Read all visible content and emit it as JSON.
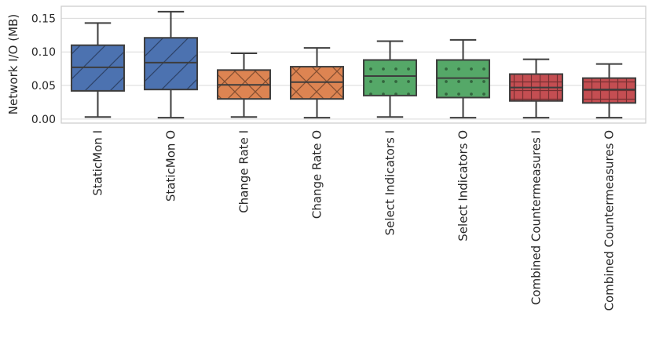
{
  "chart_data": {
    "type": "box",
    "ylabel": "Network I/O (MB)",
    "xlabel": "",
    "ylim": [
      -0.006,
      0.168
    ],
    "yticks": [
      0.0,
      0.05,
      0.1,
      0.15
    ],
    "ytick_labels": [
      "0.00",
      "0.05",
      "0.10",
      "0.15"
    ],
    "grid": "horizontal",
    "categories": [
      "StaticMon I",
      "StaticMon O",
      "Change Rate I",
      "Change Rate O",
      "Select Indicators I",
      "Select Indicators O",
      "Combined Countermeasures I",
      "Combined Countermeasures O"
    ],
    "boxes": [
      {
        "whisker_low": 0.003,
        "q1": 0.042,
        "median": 0.077,
        "q3": 0.11,
        "whisker_high": 0.143,
        "color": "#4c72b0",
        "hatch": "diagonal"
      },
      {
        "whisker_low": 0.002,
        "q1": 0.044,
        "median": 0.084,
        "q3": 0.121,
        "whisker_high": 0.16,
        "color": "#4c72b0",
        "hatch": "diagonal"
      },
      {
        "whisker_low": 0.003,
        "q1": 0.03,
        "median": 0.051,
        "q3": 0.073,
        "whisker_high": 0.098,
        "color": "#dd8452",
        "hatch": "cross"
      },
      {
        "whisker_low": 0.002,
        "q1": 0.03,
        "median": 0.055,
        "q3": 0.078,
        "whisker_high": 0.106,
        "color": "#dd8452",
        "hatch": "cross"
      },
      {
        "whisker_low": 0.003,
        "q1": 0.035,
        "median": 0.064,
        "q3": 0.088,
        "whisker_high": 0.116,
        "color": "#55a868",
        "hatch": "dots"
      },
      {
        "whisker_low": 0.002,
        "q1": 0.032,
        "median": 0.061,
        "q3": 0.088,
        "whisker_high": 0.118,
        "color": "#55a868",
        "hatch": "dots"
      },
      {
        "whisker_low": 0.002,
        "q1": 0.027,
        "median": 0.047,
        "q3": 0.067,
        "whisker_high": 0.089,
        "color": "#c44e52",
        "hatch": "grid"
      },
      {
        "whisker_low": 0.002,
        "q1": 0.024,
        "median": 0.044,
        "q3": 0.061,
        "whisker_high": 0.082,
        "color": "#c44e52",
        "hatch": "grid"
      }
    ]
  }
}
